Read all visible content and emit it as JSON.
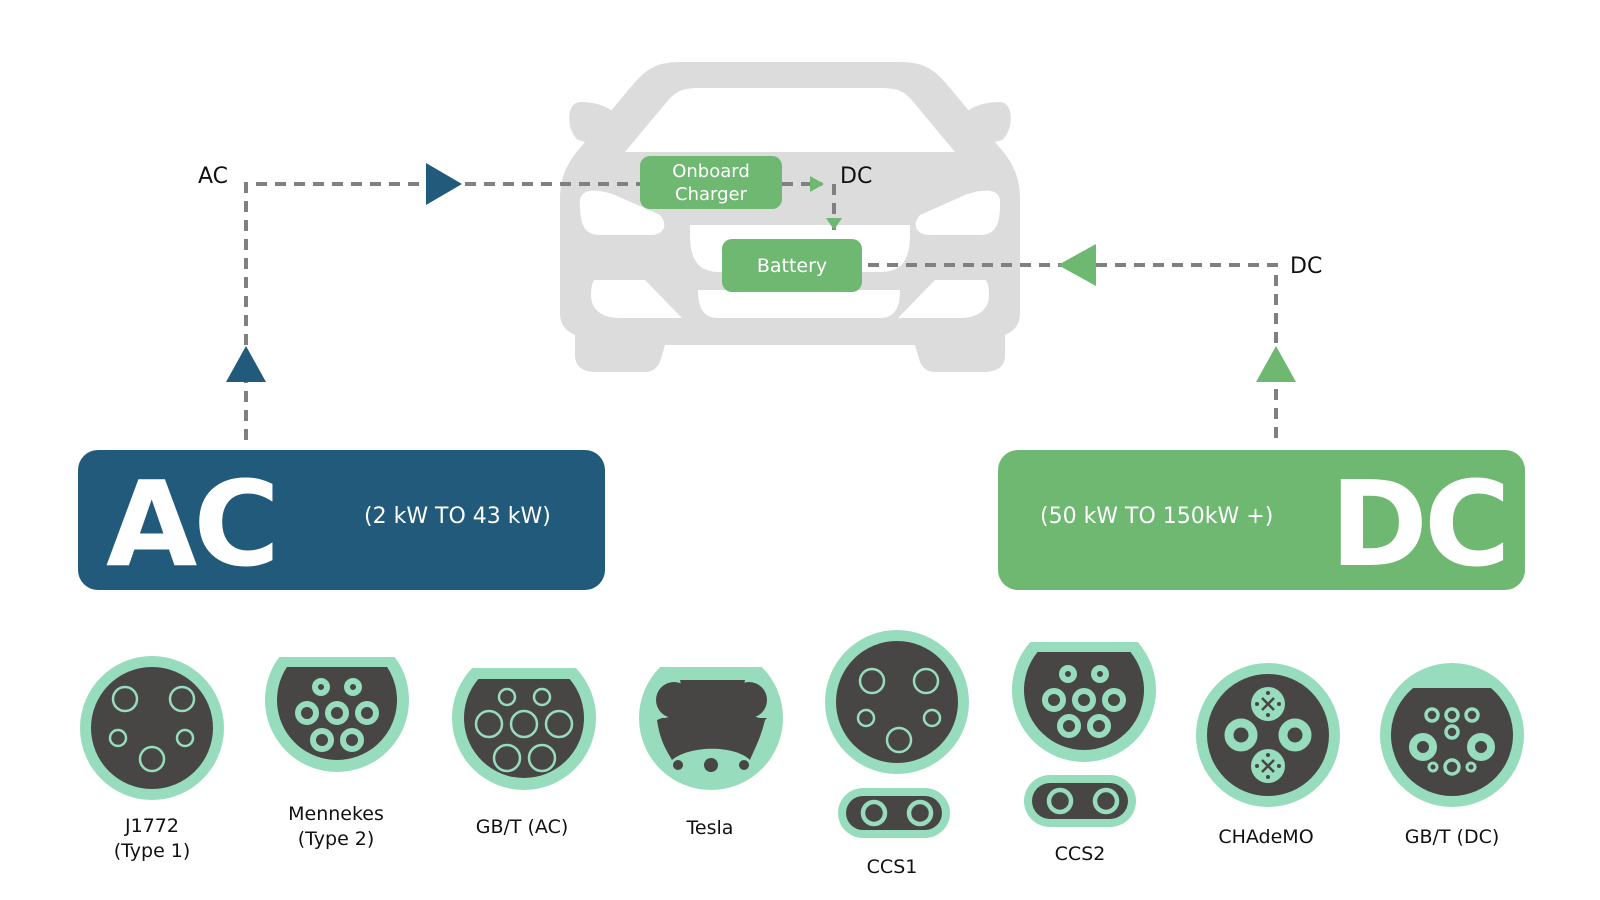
{
  "colors": {
    "ac": "#215a7b",
    "dc": "#6eb872",
    "connector_outer": "#96dcbd",
    "connector_inner": "#484644",
    "car": "#dcdcdc",
    "dash": "#808080"
  },
  "flow": {
    "ac_input_label": "AC",
    "onboard_charger_label_line1": "Onboard",
    "onboard_charger_label_line2": "Charger",
    "onboard_output_label": "DC",
    "battery_label": "Battery",
    "dc_input_label": "DC"
  },
  "ac_panel": {
    "title": "AC",
    "range": "(2 kW TO 43 kW)"
  },
  "dc_panel": {
    "title": "DC",
    "range": "(50 kW TO 150kW +)"
  },
  "connectors": [
    {
      "name": "J1772",
      "subtitle": "(Type 1)",
      "type": "ac"
    },
    {
      "name": "Mennekes",
      "subtitle": "(Type 2)",
      "type": "ac"
    },
    {
      "name": "GB/T (AC)",
      "subtitle": "",
      "type": "ac"
    },
    {
      "name": "Tesla",
      "subtitle": "",
      "type": "ac"
    },
    {
      "name": "CCS1",
      "subtitle": "",
      "type": "dc"
    },
    {
      "name": "CCS2",
      "subtitle": "",
      "type": "dc"
    },
    {
      "name": "CHAdeMO",
      "subtitle": "",
      "type": "dc"
    },
    {
      "name": "GB/T (DC)",
      "subtitle": "",
      "type": "dc"
    }
  ]
}
